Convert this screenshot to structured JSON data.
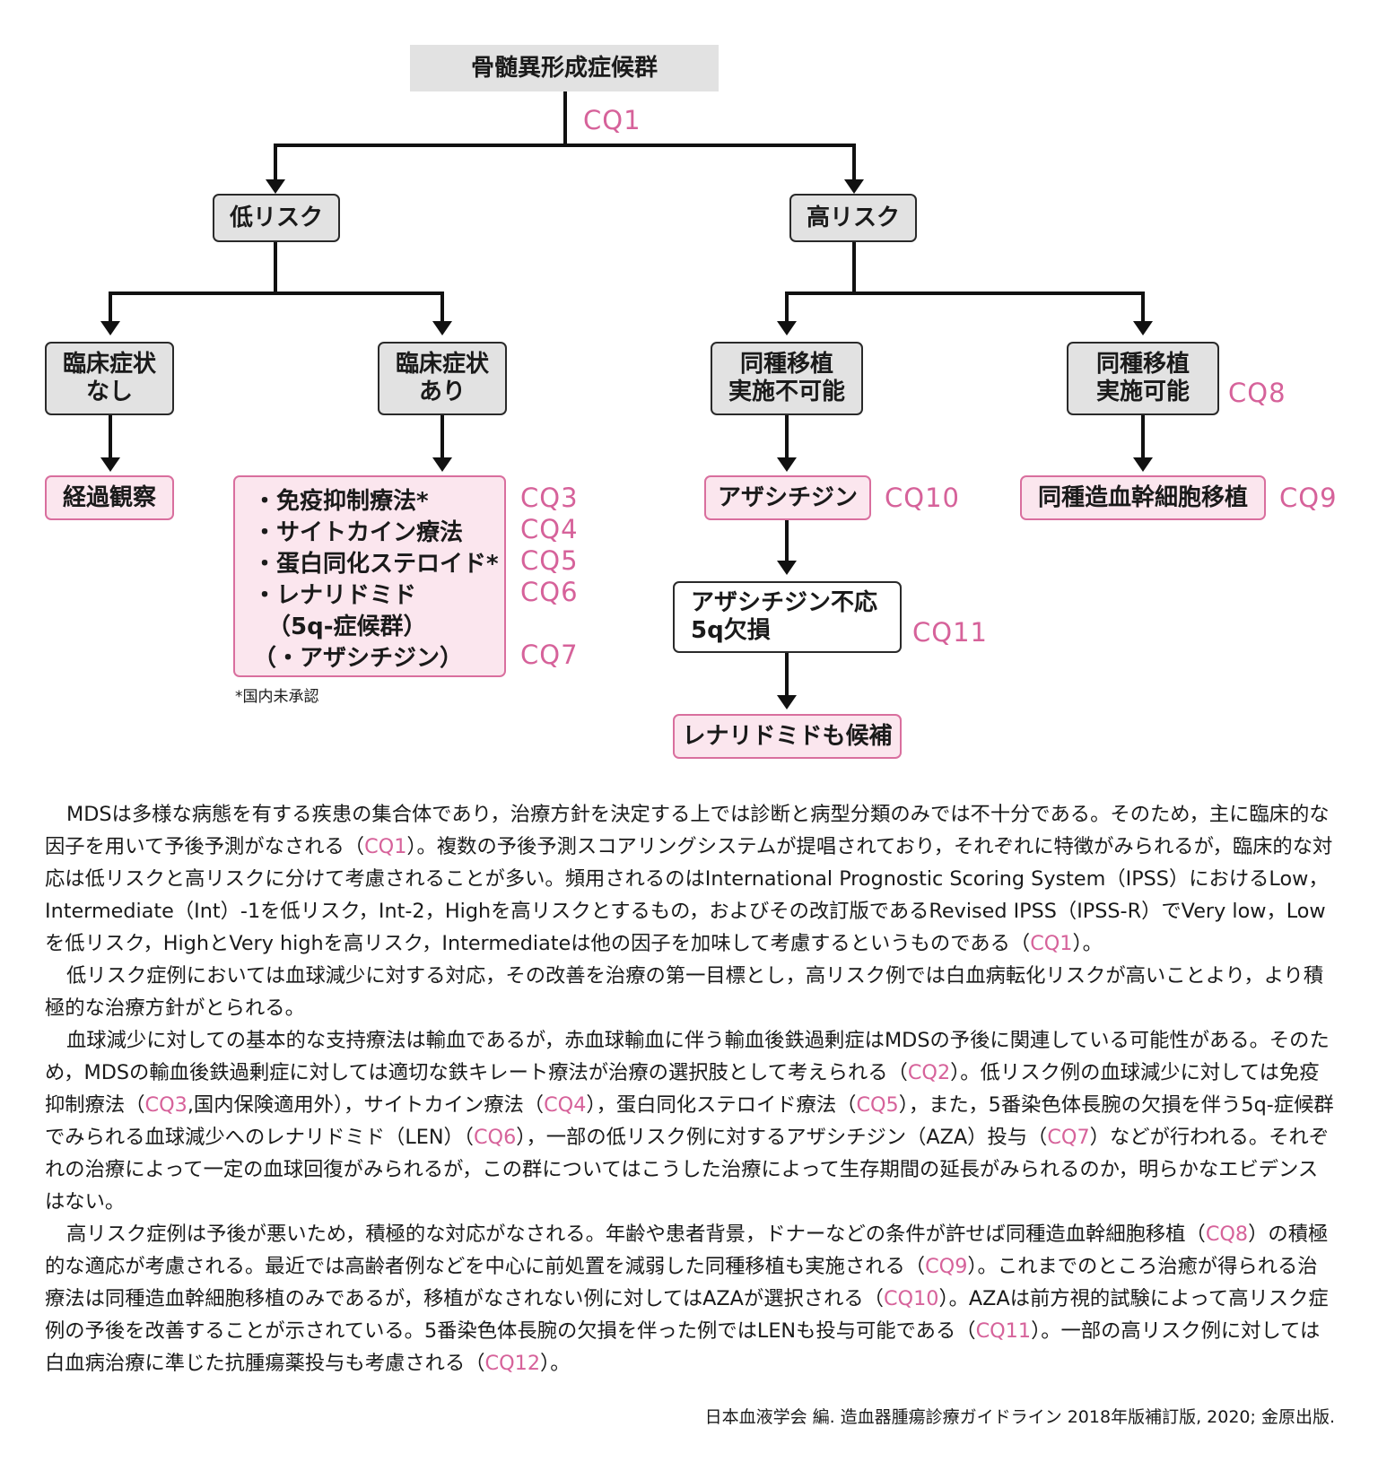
{
  "diagram": {
    "root": "骨髄異形成症候群",
    "cq_root": "CQ1",
    "low_risk": "低リスク",
    "high_risk": "高リスク",
    "no_symptoms": [
      "臨床症状",
      "なし"
    ],
    "symptoms": [
      "臨床症状",
      "あり"
    ],
    "observe": "経過観察",
    "treatment_list": [
      "・免疫抑制療法*",
      "・サイトカイン療法",
      "・蛋白同化ステロイド*",
      "・レナリドミド",
      "（5q-症候群）",
      "（・アザシチジン）"
    ],
    "footnote": "*国内未承認",
    "cq_list": [
      "CQ3",
      "CQ4",
      "CQ5",
      "CQ6",
      "CQ7"
    ],
    "transplant_not_possible": [
      "同種移植",
      "実施不可能"
    ],
    "transplant_possible": [
      "同種移植",
      "実施可能"
    ],
    "cq_transplant_possible": "CQ8",
    "azacitidine": "アザシチジン",
    "cq_azacitidine": "CQ10",
    "hsct": "同種造血幹細胞移植",
    "cq_hsct": "CQ9",
    "aza_failure": [
      "アザシチジン不応",
      "5q欠損"
    ],
    "cq_aza_failure": "CQ11",
    "lenalidomide_candidate": "レナリドミドも候補"
  },
  "text": {
    "p1": [
      {
        "t": "MDSは多様な病態を有する疾患の集合体であり，治療方針を決定する上では診断と病型分類のみでは不十分である。そのため，主に臨床的な因子を用いて予後予測がなされる（"
      },
      {
        "t": "CQ1",
        "ref": true
      },
      {
        "t": "）。複数の予後予測スコアリングシステムが提唱されており，それぞれに特徴がみられるが，臨床的な対応は低リスクと高リスクに分けて考慮されることが多い。頻用されるのはInternational Prognostic Scoring System（IPSS）におけるLow，Intermediate（Int）-1を低リスク，Int-2，Highを高リスクとするもの，およびその改訂版であるRevised IPSS（IPSS-R）でVery low，Lowを低リスク，HighとVery highを高リスク，Intermediateは他の因子を加味して考慮するというものである（"
      },
      {
        "t": "CQ1",
        "ref": true
      },
      {
        "t": "）。"
      }
    ],
    "p2": [
      {
        "t": "低リスク症例においては血球減少に対する対応，その改善を治療の第一目標とし，高リスク例では白血病転化リスクが高いことより，より積極的な治療方針がとられる。"
      }
    ],
    "p3": [
      {
        "t": "血球減少に対しての基本的な支持療法は輸血であるが，赤血球輸血に伴う輸血後鉄過剰症はMDSの予後に関連している可能性がある。そのため，MDSの輸血後鉄過剰症に対しては適切な鉄キレート療法が治療の選択肢として考えられる（"
      },
      {
        "t": "CQ2",
        "ref": true
      },
      {
        "t": "）。低リスク例の血球減少に対しては免疫抑制療法（"
      },
      {
        "t": "CQ3",
        "ref": true
      },
      {
        "t": ",国内保険適用外），サイトカイン療法（"
      },
      {
        "t": "CQ4",
        "ref": true
      },
      {
        "t": "），蛋白同化ステロイド療法（"
      },
      {
        "t": "CQ5",
        "ref": true
      },
      {
        "t": "），また，5番染色体長腕の欠損を伴う5q-症候群でみられる血球減少へのレナリドミド（LEN）（"
      },
      {
        "t": "CQ6",
        "ref": true
      },
      {
        "t": "），一部の低リスク例に対するアザシチジン（AZA）投与（"
      },
      {
        "t": "CQ7",
        "ref": true
      },
      {
        "t": "）などが行われる。それぞれの治療によって一定の血球回復がみられるが，この群についてはこうした治療によって生存期間の延長がみられるのか，明らかなエビデンスはない。"
      }
    ],
    "p4": [
      {
        "t": "高リスク症例は予後が悪いため，積極的な対応がなされる。年齢や患者背景，ドナーなどの条件が許せば同種造血幹細胞移植（"
      },
      {
        "t": "CQ8",
        "ref": true
      },
      {
        "t": "）の積極的な適応が考慮される。最近では高齢者例などを中心に前処置を減弱した同種移植も実施される（"
      },
      {
        "t": "CQ9",
        "ref": true
      },
      {
        "t": "）。これまでのところ治癒が得られる治療法は同種造血幹細胞移植のみであるが，移植がなされない例に対してはAZAが選択される（"
      },
      {
        "t": "CQ10",
        "ref": true
      },
      {
        "t": "）。AZAは前方視的試験によって高リスク症例の予後を改善することが示されている。5番染色体長腕の欠損を伴った例ではLENも投与可能である（"
      },
      {
        "t": "CQ11",
        "ref": true
      },
      {
        "t": "）。一部の高リスク例に対しては白血病治療に準じた抗腫瘍薬投与も考慮される（"
      },
      {
        "t": "CQ12",
        "ref": true
      },
      {
        "t": "）。"
      }
    ]
  },
  "source": "日本血液学会 編. 造血器腫瘍診療ガイドライン 2018年版補訂版, 2020; 金原出版."
}
